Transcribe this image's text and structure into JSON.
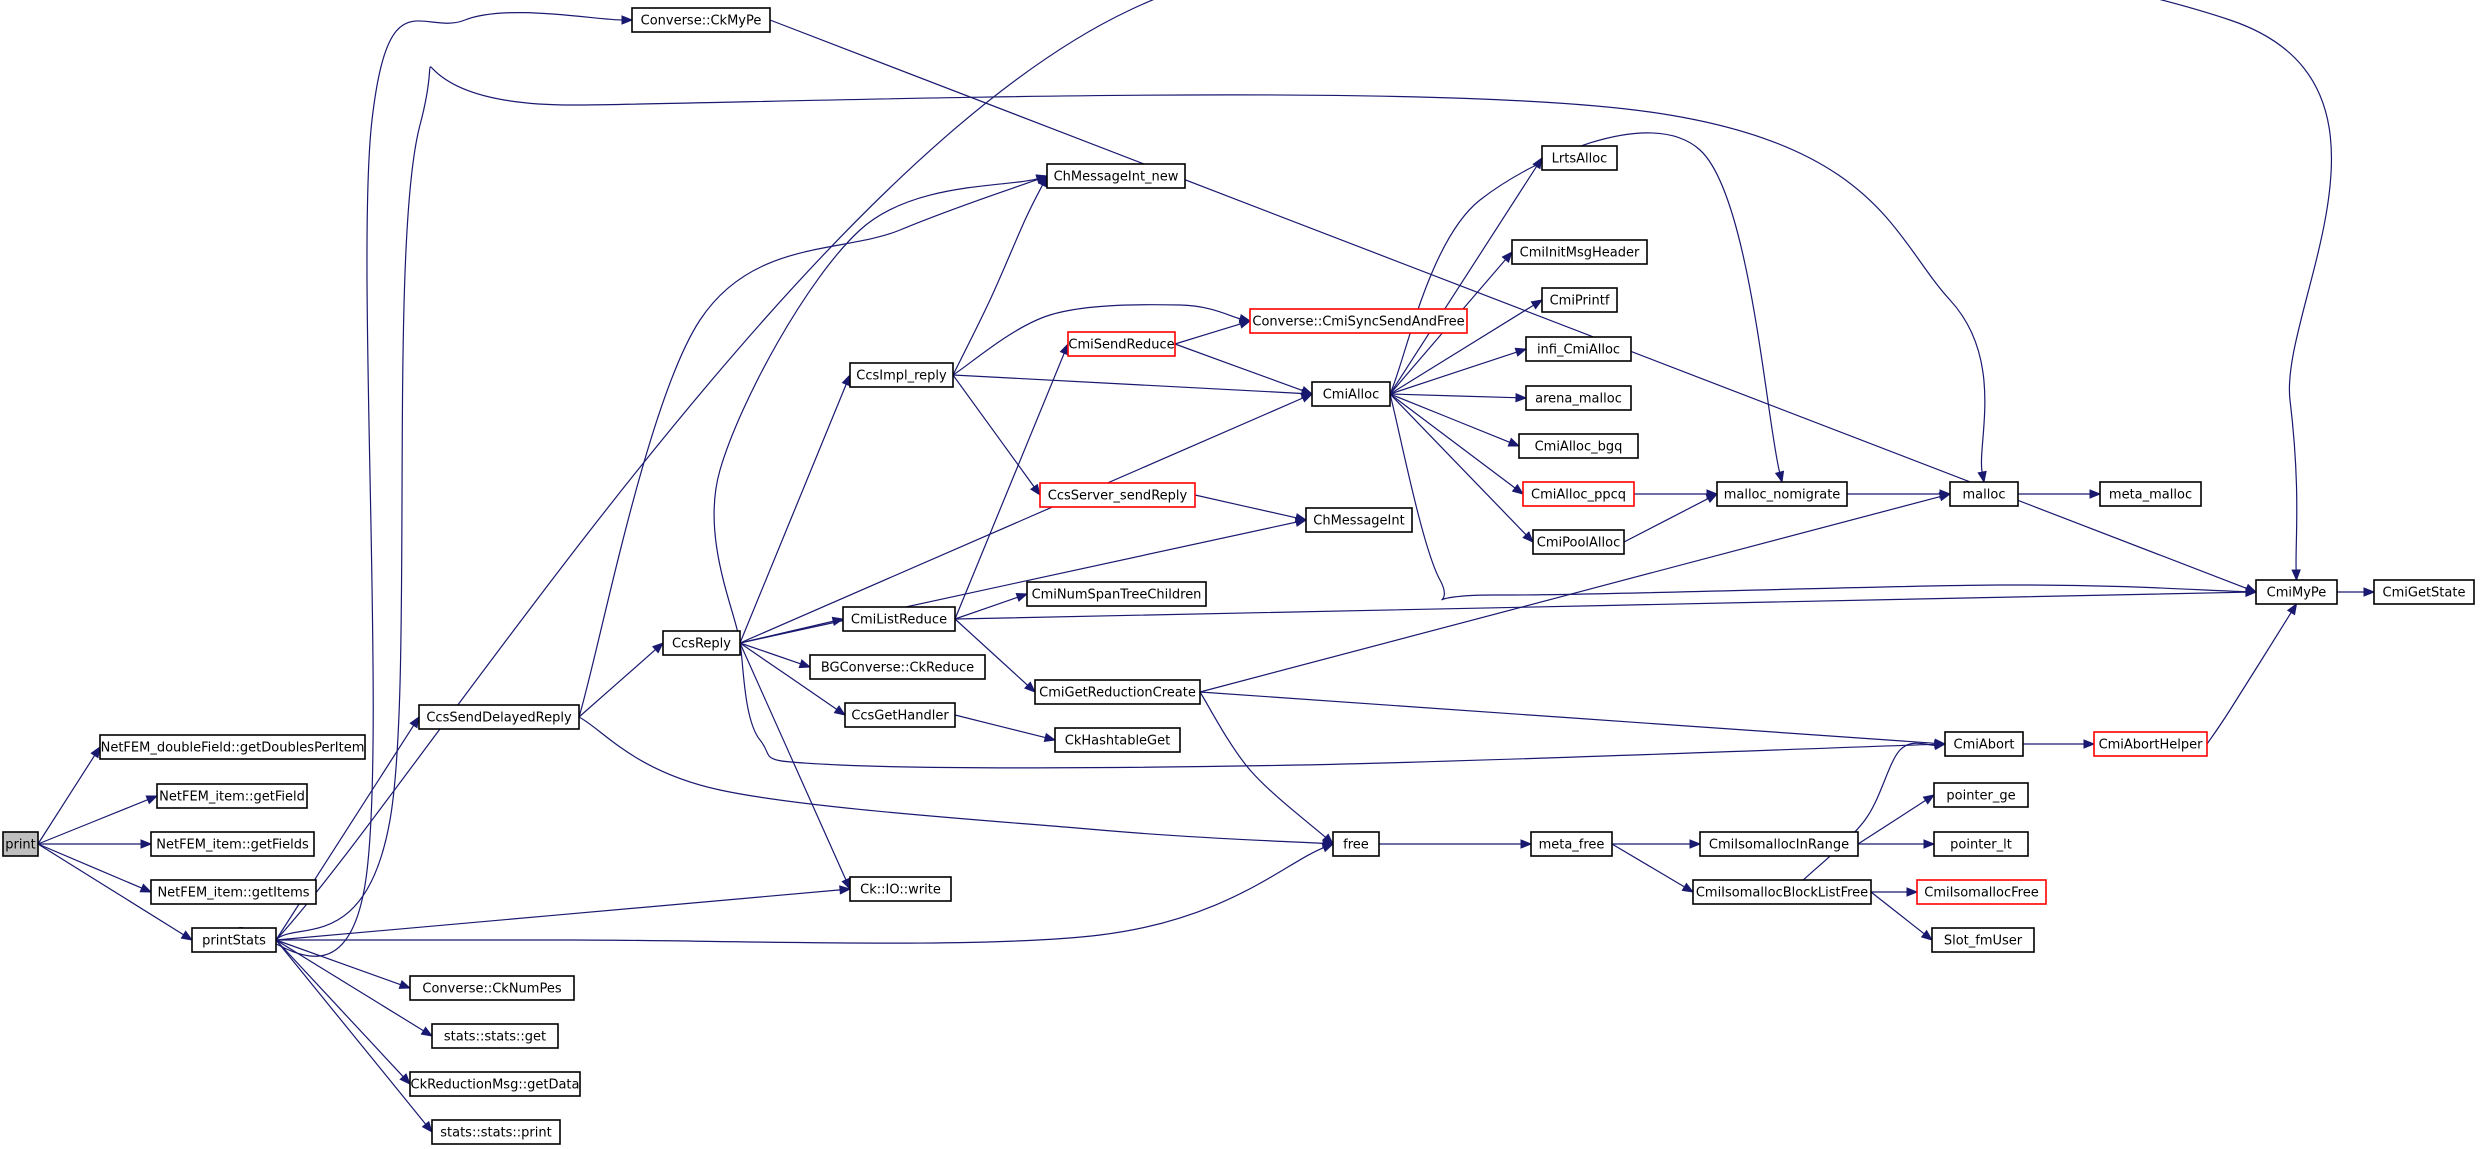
{
  "nodes": [
    {
      "id": "print",
      "label": "print",
      "style": "gray"
    },
    {
      "id": "doubleField",
      "label": "NetFEM_doubleField::getDoublesPerItem"
    },
    {
      "id": "getField",
      "label": "NetFEM_item::getField"
    },
    {
      "id": "getFields",
      "label": "NetFEM_item::getFields"
    },
    {
      "id": "getItems",
      "label": "NetFEM_item::getItems"
    },
    {
      "id": "printStats",
      "label": "printStats"
    },
    {
      "id": "ckNumPes",
      "label": "Converse::CkNumPes"
    },
    {
      "id": "statsGet",
      "label": "stats::stats::get"
    },
    {
      "id": "getData",
      "label": "CkReductionMsg::getData"
    },
    {
      "id": "statsPrint",
      "label": "stats::stats::print"
    },
    {
      "id": "ckMyPe",
      "label": "Converse::CkMyPe"
    },
    {
      "id": "ccsSendDelayed",
      "label": "CcsSendDelayedReply"
    },
    {
      "id": "ccsReply",
      "label": "CcsReply"
    },
    {
      "id": "ckWrite",
      "label": "Ck::IO::write"
    },
    {
      "id": "msgIntNew",
      "label": "ChMessageInt_new"
    },
    {
      "id": "ccsImplReply",
      "label": "CcsImpl_reply"
    },
    {
      "id": "cmiSendReduce",
      "label": "CmiSendReduce",
      "style": "red"
    },
    {
      "id": "syncSend",
      "label": "Converse::CmiSyncSendAndFree",
      "style": "red"
    },
    {
      "id": "ccsServerSend",
      "label": "CcsServer_sendReply",
      "style": "red"
    },
    {
      "id": "cmiListReduce",
      "label": "CmiListReduce"
    },
    {
      "id": "bgCkReduce",
      "label": "BGConverse::CkReduce"
    },
    {
      "id": "ccsGetHandler",
      "label": "CcsGetHandler"
    },
    {
      "id": "cmiNumSpan",
      "label": "CmiNumSpanTreeChildren"
    },
    {
      "id": "cmiGetRedCreate",
      "label": "CmiGetReductionCreate"
    },
    {
      "id": "ckHashGet",
      "label": "CkHashtableGet"
    },
    {
      "id": "chMessageInt",
      "label": "ChMessageInt"
    },
    {
      "id": "cmiAlloc",
      "label": "CmiAlloc"
    },
    {
      "id": "lrtsAlloc",
      "label": "LrtsAlloc"
    },
    {
      "id": "cmiInitMsg",
      "label": "CmiInitMsgHeader"
    },
    {
      "id": "cmiPrintf",
      "label": "CmiPrintf"
    },
    {
      "id": "infiAlloc",
      "label": "infi_CmiAlloc"
    },
    {
      "id": "arenaMalloc",
      "label": "arena_malloc"
    },
    {
      "id": "allocBgq",
      "label": "CmiAlloc_bgq"
    },
    {
      "id": "allocPpcq",
      "label": "CmiAlloc_ppcq",
      "style": "red"
    },
    {
      "id": "poolAlloc",
      "label": "CmiPoolAlloc"
    },
    {
      "id": "mallocNomigrate",
      "label": "malloc_nomigrate"
    },
    {
      "id": "malloc",
      "label": "malloc"
    },
    {
      "id": "metaMalloc",
      "label": "meta_malloc"
    },
    {
      "id": "cmiMyPe",
      "label": "CmiMyPe"
    },
    {
      "id": "cmiGetState",
      "label": "CmiGetState"
    },
    {
      "id": "cmiAbort",
      "label": "CmiAbort"
    },
    {
      "id": "abortHelper",
      "label": "CmiAbortHelper",
      "style": "red"
    },
    {
      "id": "free",
      "label": "free"
    },
    {
      "id": "metaFree",
      "label": "meta_free"
    },
    {
      "id": "isoInRange",
      "label": "CmiIsomallocInRange"
    },
    {
      "id": "isoBlockFree",
      "label": "CmiIsomallocBlockListFree"
    },
    {
      "id": "pointerGe",
      "label": "pointer_ge"
    },
    {
      "id": "pointerLt",
      "label": "pointer_lt"
    },
    {
      "id": "isoFree",
      "label": "CmiIsomallocFree",
      "style": "red"
    },
    {
      "id": "slotFmUser",
      "label": "Slot_fmUser"
    }
  ],
  "edges": [
    [
      "print",
      "doubleField"
    ],
    [
      "print",
      "getField"
    ],
    [
      "print",
      "getFields"
    ],
    [
      "print",
      "getItems"
    ],
    [
      "print",
      "printStats"
    ],
    [
      "printStats",
      "ckMyPe"
    ],
    [
      "printStats",
      "cmiMyPe"
    ],
    [
      "printStats",
      "ccsSendDelayed"
    ],
    [
      "printStats",
      "ckWrite"
    ],
    [
      "printStats",
      "free"
    ],
    [
      "printStats",
      "ckNumPes"
    ],
    [
      "printStats",
      "statsGet"
    ],
    [
      "printStats",
      "getData"
    ],
    [
      "printStats",
      "statsPrint"
    ],
    [
      "printStats",
      "malloc"
    ],
    [
      "ckMyPe",
      "cmiMyPe"
    ],
    [
      "ccsSendDelayed",
      "msgIntNew"
    ],
    [
      "ccsSendDelayed",
      "ccsReply"
    ],
    [
      "ccsSendDelayed",
      "free"
    ],
    [
      "ccsReply",
      "msgIntNew"
    ],
    [
      "ccsReply",
      "ccsImplReply"
    ],
    [
      "ccsReply",
      "cmiAlloc"
    ],
    [
      "ccsReply",
      "chMessageInt"
    ],
    [
      "ccsReply",
      "cmiListReduce"
    ],
    [
      "ccsReply",
      "bgCkReduce"
    ],
    [
      "ccsReply",
      "ccsGetHandler"
    ],
    [
      "ccsReply",
      "cmiAbort"
    ],
    [
      "ccsReply",
      "ckWrite"
    ],
    [
      "ccsImplReply",
      "msgIntNew"
    ],
    [
      "ccsImplReply",
      "syncSend"
    ],
    [
      "ccsImplReply",
      "cmiAlloc"
    ],
    [
      "ccsImplReply",
      "ccsServerSend"
    ],
    [
      "cmiSendReduce",
      "syncSend"
    ],
    [
      "cmiSendReduce",
      "cmiAlloc"
    ],
    [
      "ccsServerSend",
      "chMessageInt"
    ],
    [
      "cmiListReduce",
      "cmiSendReduce"
    ],
    [
      "cmiListReduce",
      "cmiNumSpan"
    ],
    [
      "cmiListReduce",
      "cmiMyPe"
    ],
    [
      "cmiListReduce",
      "cmiGetRedCreate"
    ],
    [
      "ccsGetHandler",
      "ckHashGet"
    ],
    [
      "cmiGetRedCreate",
      "malloc"
    ],
    [
      "cmiGetRedCreate",
      "cmiAbort"
    ],
    [
      "cmiGetRedCreate",
      "free"
    ],
    [
      "cmiAlloc",
      "lrtsAlloc"
    ],
    [
      "cmiAlloc",
      "mallocNomigrate"
    ],
    [
      "cmiAlloc",
      "cmiInitMsg"
    ],
    [
      "cmiAlloc",
      "cmiPrintf"
    ],
    [
      "cmiAlloc",
      "infiAlloc"
    ],
    [
      "cmiAlloc",
      "arenaMalloc"
    ],
    [
      "cmiAlloc",
      "allocBgq"
    ],
    [
      "cmiAlloc",
      "allocPpcq"
    ],
    [
      "cmiAlloc",
      "poolAlloc"
    ],
    [
      "cmiAlloc",
      "cmiMyPe"
    ],
    [
      "allocPpcq",
      "mallocNomigrate"
    ],
    [
      "poolAlloc",
      "mallocNomigrate"
    ],
    [
      "mallocNomigrate",
      "malloc"
    ],
    [
      "malloc",
      "metaMalloc"
    ],
    [
      "cmiMyPe",
      "cmiGetState"
    ],
    [
      "cmiAbort",
      "abortHelper"
    ],
    [
      "abortHelper",
      "cmiMyPe"
    ],
    [
      "free",
      "metaFree"
    ],
    [
      "metaFree",
      "isoInRange"
    ],
    [
      "metaFree",
      "isoBlockFree"
    ],
    [
      "isoInRange",
      "pointerGe"
    ],
    [
      "isoInRange",
      "pointerLt"
    ],
    [
      "isoBlockFree",
      "cmiAbort"
    ],
    [
      "isoBlockFree",
      "isoFree"
    ],
    [
      "isoBlockFree",
      "slotFmUser"
    ]
  ]
}
